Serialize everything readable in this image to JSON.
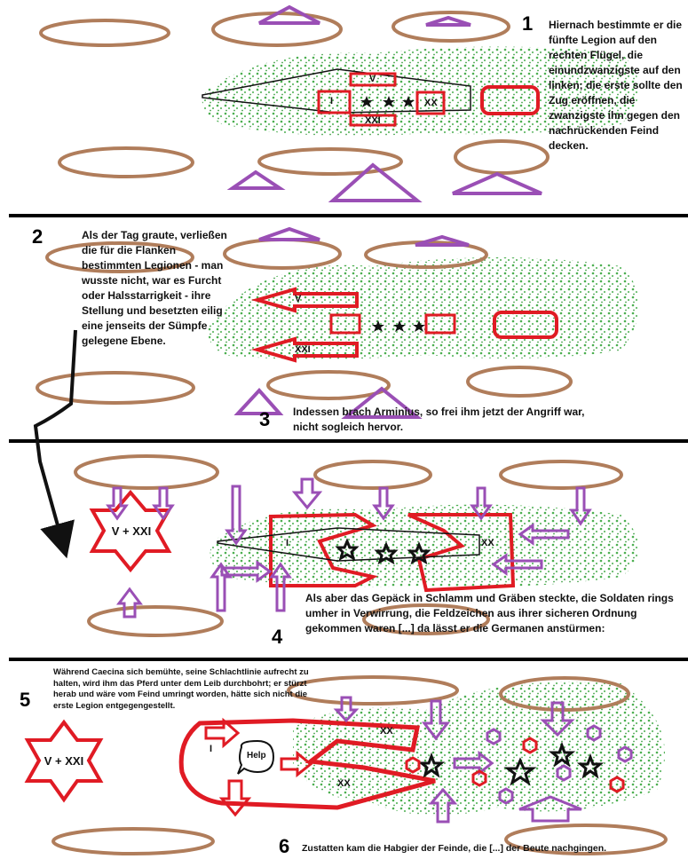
{
  "panels": [
    {
      "number": "1",
      "text": "Hiernach bestimmte er die fünfte Legion auf den rechten Flügel, die einundzwanzigste auf den linken; die erste sollte den Zug eröffnen, die zwanzigste ihn gegen den nachrückenden Feind decken.",
      "labels": {
        "v": "V",
        "i": "I",
        "xx": "XX",
        "xxi": "XXI"
      }
    },
    {
      "number": "2",
      "text": "Als der Tag graute, verließen die für die Flanken bestimmten Legionen - man wusste nicht, war es Furcht oder Halsstarrigkeit - ihre Stellung und besetzten eilig eine jenseits der Sümpfe gelegene Ebene.",
      "labels": {
        "v": "V",
        "xxi": "XXI"
      }
    },
    {
      "number": "3",
      "text": "Indessen brach Arminius, so frei ihm jetzt der Angriff war, nicht sogleich hervor."
    },
    {
      "number": "4",
      "text": "Als aber das Gepäck in Schlamm und Gräben steckte, die Soldaten rings umher in Verwirrung, die Feldzeichen aus ihrer sicheren Ordnung gekommen waren [...] da lässt er die Germanen anstürmen:",
      "labels": {
        "star": "V + XXI",
        "i": "I",
        "xx": "XX"
      }
    },
    {
      "number": "5",
      "text": "Während Caecina sich bemühte, seine Schlachtlinie aufrecht zu halten, wird ihm das Pferd unter dem Leib durchbohrt; er stürzt herab und wäre vom Feind umringt worden, hätte sich nicht die erste Legion entgegengestellt.",
      "labels": {
        "star": "V + XXI",
        "i": "I",
        "xx_top": "XX",
        "xx_bottom": "XX",
        "help": "Help"
      }
    },
    {
      "number": "6",
      "text": "Zustatten kam die Habgier der Feinde, die [...] der Beute nachgingen."
    }
  ],
  "colors": {
    "swamp_ellipse": "#b07d5b",
    "germans": "#9a4fb5",
    "legion": "#e01b24",
    "forest": "#5cb85c",
    "arrow": "#111111"
  }
}
